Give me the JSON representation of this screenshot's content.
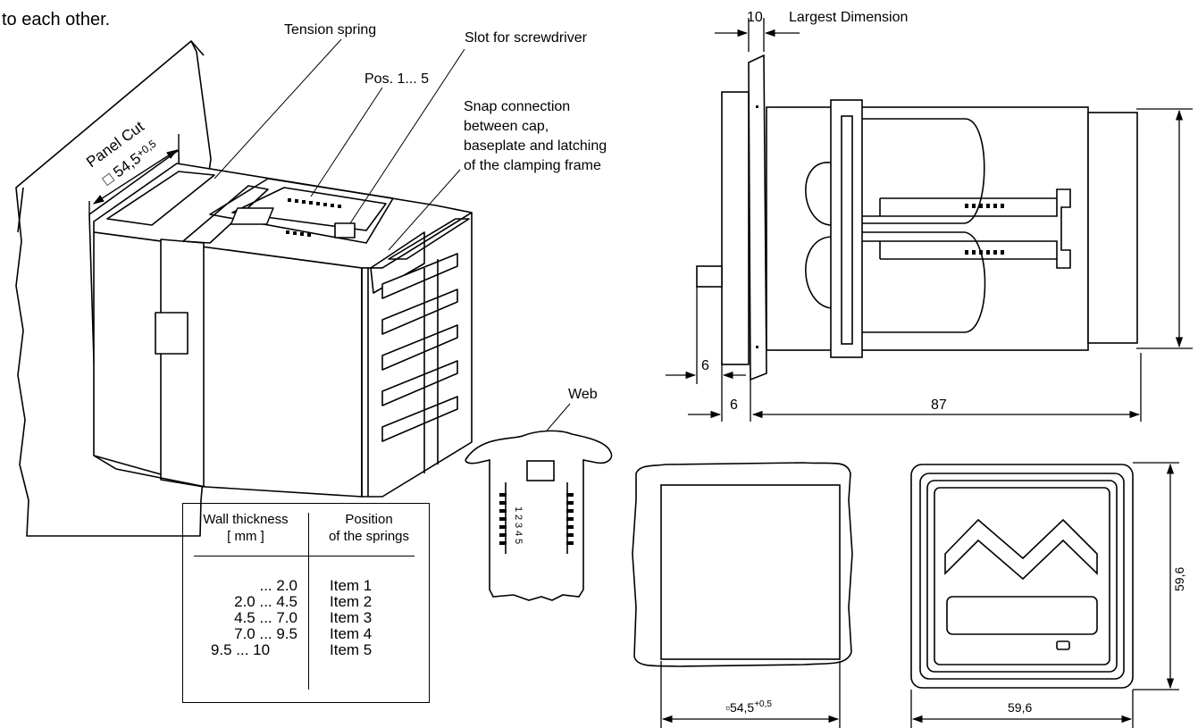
{
  "header_fragment": "to each other.",
  "labels": {
    "tension_spring": "Tension spring",
    "slot_screwdriver": "Slot for screwdriver",
    "pos": "Pos. 1... 5",
    "snap_connection": [
      "Snap connection",
      "between cap,",
      "baseplate and latching",
      "of the clamping frame"
    ],
    "panel_cut": "Panel Cut",
    "panel_cut_dim": "□ 54,5",
    "panel_cut_tol": "+0,5",
    "web": "Web",
    "web_numbers": [
      "1",
      "2",
      "3",
      "4",
      "5"
    ]
  },
  "side_view": {
    "dim_top": "10",
    "largest_dimension": "Largest Dimension",
    "dim_left_a": "6",
    "dim_left_b": "6",
    "dim_length": "87"
  },
  "cutout": {
    "dim": "▫54,5",
    "tol": "+0,5"
  },
  "front_view": {
    "dim_height": "59,6",
    "dim_width": "59,6"
  },
  "table": {
    "col1_header": [
      "Wall thickness",
      "[ mm ]"
    ],
    "col2_header": [
      "Position",
      "of the springs"
    ],
    "rows": [
      {
        "range": "... 2.0",
        "item": "Item 1"
      },
      {
        "range": "2.0 ... 4.5",
        "item": "Item 2"
      },
      {
        "range": "4.5 ... 7.0",
        "item": "Item 3"
      },
      {
        "range": "7.0 ... 9.5",
        "item": "Item 4"
      },
      {
        "range": "9.5 ... 10",
        "item": "Item 5"
      }
    ]
  }
}
